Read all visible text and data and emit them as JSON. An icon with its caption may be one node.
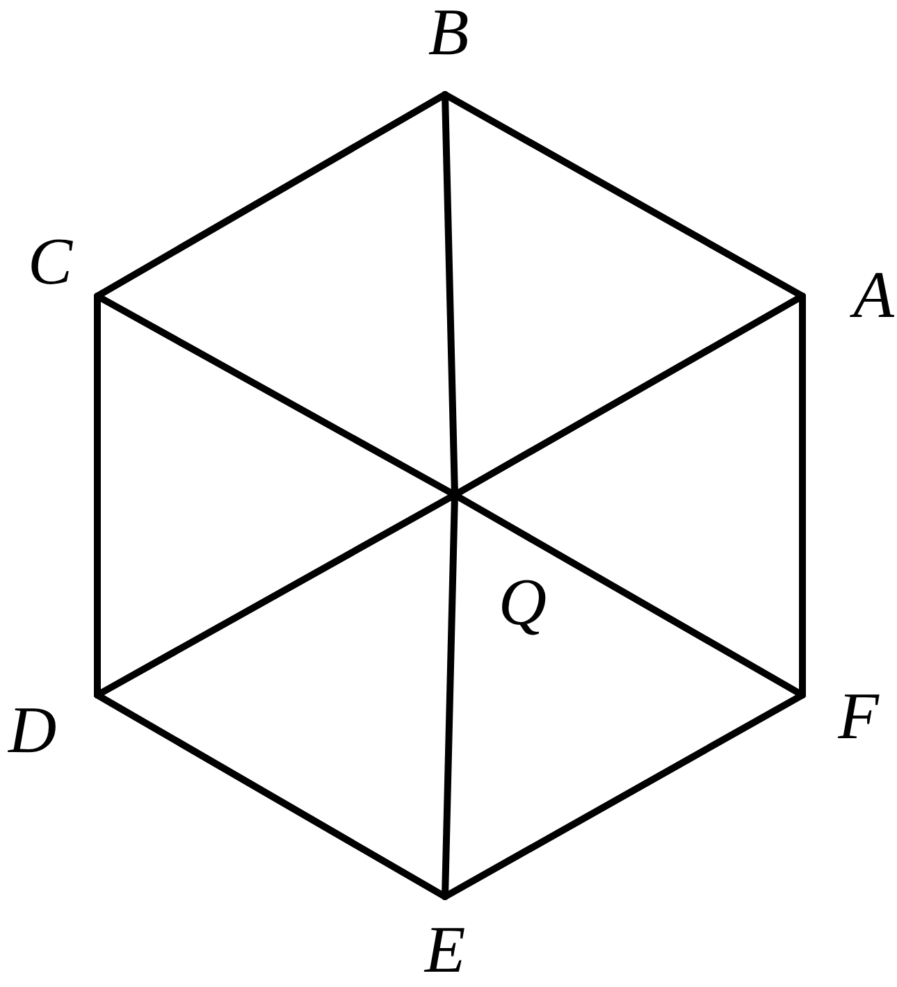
{
  "diagram": {
    "nodes": [
      {
        "text": [
          "B"
        ]
      },
      {
        "text": [
          "C"
        ]
      },
      {
        "text": [
          "A"
        ]
      },
      {
        "text": [
          "Q"
        ]
      },
      {
        "text": [
          "D"
        ]
      },
      {
        "text": [
          "F"
        ]
      },
      {
        "text": [
          "E"
        ]
      }
    ],
    "edges": [
      {
        "from": 0,
        "to": 2,
        "arrow": "none"
      },
      {
        "from": 2,
        "to": 5,
        "arrow": "none"
      },
      {
        "from": 5,
        "to": 6,
        "arrow": "none"
      },
      {
        "from": 6,
        "to": 4,
        "arrow": "none"
      },
      {
        "from": 4,
        "to": 1,
        "arrow": "none"
      },
      {
        "from": 1,
        "to": 0,
        "arrow": "none"
      },
      {
        "from": 0,
        "to": 3,
        "arrow": "none"
      },
      {
        "from": 3,
        "to": 6,
        "arrow": "none"
      },
      {
        "from": 1,
        "to": 3,
        "arrow": "none"
      },
      {
        "from": 3,
        "to": 5,
        "arrow": "none"
      },
      {
        "from": 4,
        "to": 3,
        "arrow": "none"
      },
      {
        "from": 3,
        "to": 2,
        "arrow": "none"
      }
    ]
  }
}
